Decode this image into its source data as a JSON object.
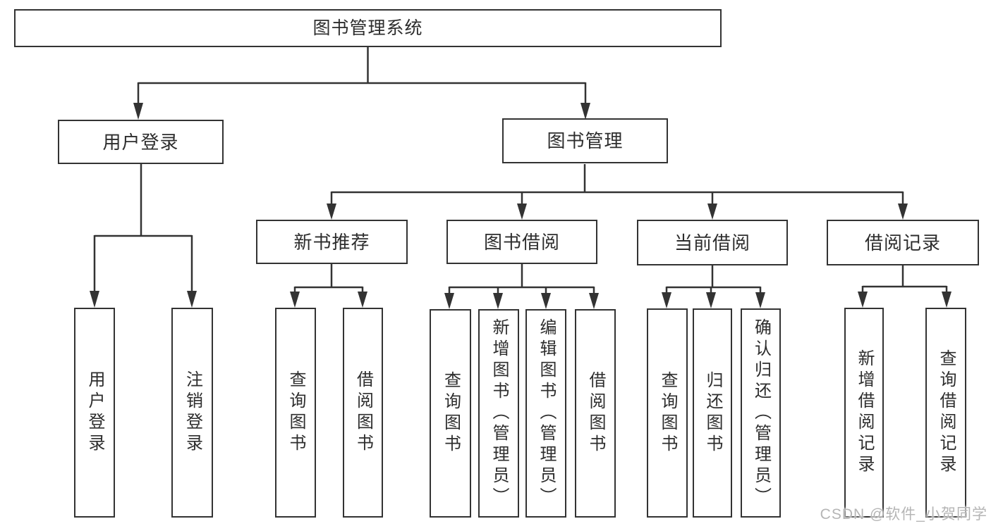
{
  "tree": {
    "label": "图书管理系统",
    "children": [
      {
        "label": "用户登录",
        "children": [
          {
            "label": "用户登录"
          },
          {
            "label": "注销登录"
          }
        ]
      },
      {
        "label": "图书管理",
        "children": [
          {
            "label": "新书推荐",
            "children": [
              {
                "label": "查询图书"
              },
              {
                "label": "借阅图书"
              }
            ]
          },
          {
            "label": "图书借阅",
            "children": [
              {
                "label": "查询图书"
              },
              {
                "label": "新增图书（管理员）"
              },
              {
                "label": "编辑图书（管理员）"
              },
              {
                "label": "借阅图书"
              }
            ]
          },
          {
            "label": "当前借阅",
            "children": [
              {
                "label": "查询图书"
              },
              {
                "label": "归还图书"
              },
              {
                "label": "确认归还（管理员）"
              }
            ]
          },
          {
            "label": "借阅记录",
            "children": [
              {
                "label": "新增借阅记录"
              },
              {
                "label": "查询借阅记录"
              }
            ]
          }
        ]
      }
    ]
  },
  "watermark": {
    "text": "CSDN @软件_小贺同学"
  },
  "colors": {
    "line": "#333333",
    "box_border": "#333333",
    "text": "#2d2d2d",
    "background": "#ffffff",
    "watermark": "#b5b5b5"
  }
}
